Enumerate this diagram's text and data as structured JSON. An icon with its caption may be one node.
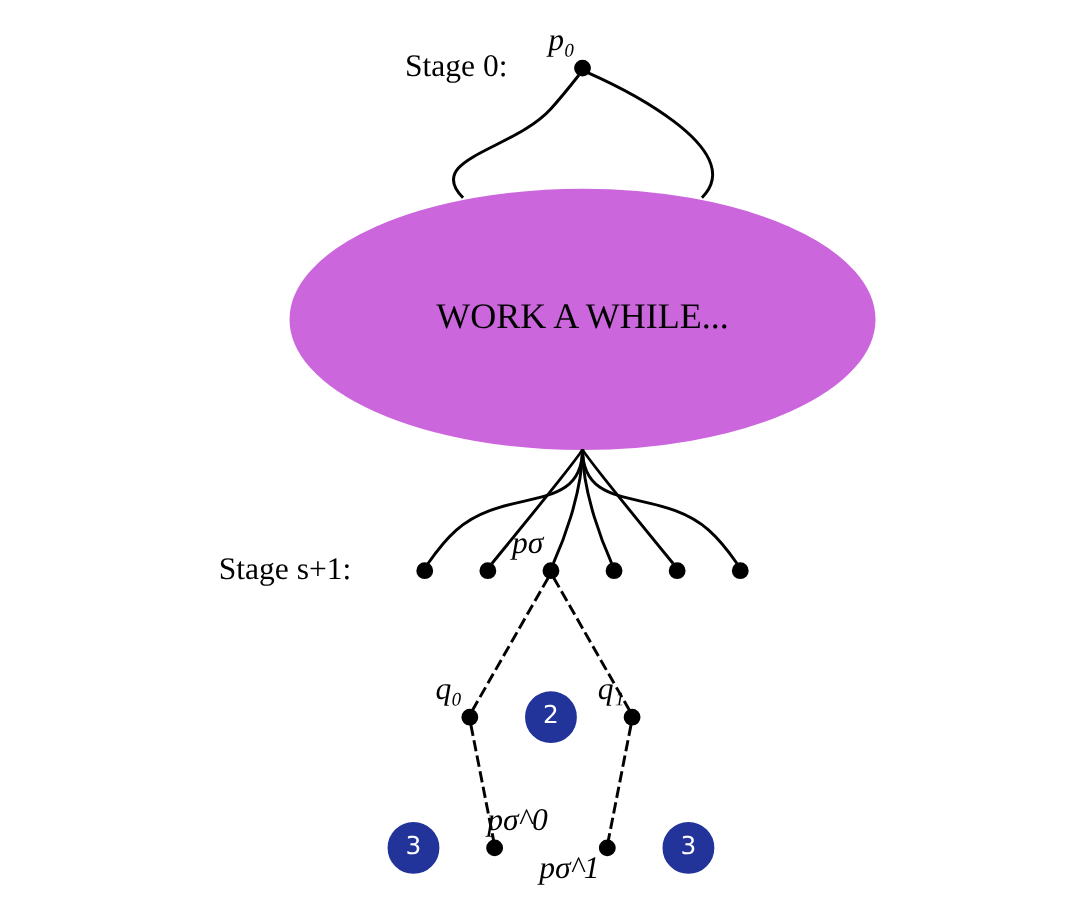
{
  "diagram": {
    "nodes": [
      {
        "text": [],
        "shape": "circle",
        "beside": [
          "p₀"
        ]
      },
      {
        "text": [
          "WORK A WHILE..."
        ]
      },
      {
        "text": [],
        "shape": "circle"
      },
      {
        "text": [],
        "shape": "circle"
      },
      {
        "text": [],
        "shape": "circle",
        "beside": [
          "pσ"
        ]
      },
      {
        "text": [],
        "shape": "circle"
      },
      {
        "text": [],
        "shape": "circle"
      },
      {
        "text": [],
        "shape": "circle"
      },
      {
        "text": [],
        "shape": "circle",
        "beside": [
          "q₀"
        ]
      },
      {
        "text": [],
        "shape": "circle",
        "beside": [
          "q₁"
        ]
      },
      {
        "text": [],
        "shape": "circle",
        "beside": [
          "pσ^0"
        ]
      },
      {
        "text": [],
        "shape": "circle",
        "beside": [
          "pσ^1"
        ]
      },
      {
        "text": [
          "2"
        ]
      },
      {
        "text": [
          "3"
        ]
      },
      {
        "text": [
          "3"
        ]
      }
    ],
    "edges": [
      {
        "from": 0,
        "to": 1,
        "arrow": "none"
      },
      {
        "from": 0,
        "to": 1,
        "arrow": "none"
      },
      {
        "from": 1,
        "to": 2,
        "arrow": "none"
      },
      {
        "from": 1,
        "to": 3,
        "arrow": "none"
      },
      {
        "from": 1,
        "to": 4,
        "arrow": "none"
      },
      {
        "from": 1,
        "to": 5,
        "arrow": "none"
      },
      {
        "from": 1,
        "to": 6,
        "arrow": "none"
      },
      {
        "from": 1,
        "to": 7,
        "arrow": "none"
      },
      {
        "from": 4,
        "to": 8,
        "arrow": "none",
        "style": "dashed"
      },
      {
        "from": 4,
        "to": 9,
        "arrow": "none",
        "style": "dashed"
      },
      {
        "from": 8,
        "to": 10,
        "arrow": "none",
        "style": "dashed"
      },
      {
        "from": 9,
        "to": 11,
        "arrow": "none",
        "style": "dashed"
      }
    ],
    "labels": [
      "Stage 0:",
      "Stage s+1:"
    ]
  }
}
